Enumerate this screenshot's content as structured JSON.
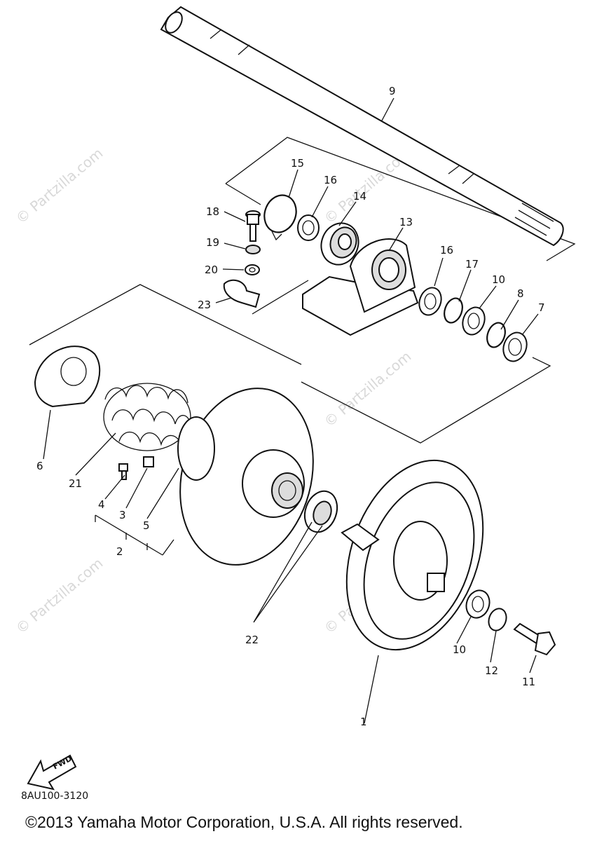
{
  "callouts": [
    {
      "id": "p9",
      "label": "9"
    },
    {
      "id": "p15",
      "label": "15"
    },
    {
      "id": "p16a",
      "label": "16"
    },
    {
      "id": "p14",
      "label": "14"
    },
    {
      "id": "p13",
      "label": "13"
    },
    {
      "id": "p18",
      "label": "18"
    },
    {
      "id": "p19",
      "label": "19"
    },
    {
      "id": "p20",
      "label": "20"
    },
    {
      "id": "p23",
      "label": "23"
    },
    {
      "id": "p16b",
      "label": "16"
    },
    {
      "id": "p17",
      "label": "17"
    },
    {
      "id": "p10a",
      "label": "10"
    },
    {
      "id": "p8",
      "label": "8"
    },
    {
      "id": "p7",
      "label": "7"
    },
    {
      "id": "p6",
      "label": "6"
    },
    {
      "id": "p21",
      "label": "21"
    },
    {
      "id": "p4",
      "label": "4"
    },
    {
      "id": "p3",
      "label": "3"
    },
    {
      "id": "p5",
      "label": "5"
    },
    {
      "id": "p2",
      "label": "2"
    },
    {
      "id": "p22",
      "label": "22"
    },
    {
      "id": "p10b",
      "label": "10"
    },
    {
      "id": "p12",
      "label": "12"
    },
    {
      "id": "p11",
      "label": "11"
    },
    {
      "id": "p1",
      "label": "1"
    }
  ],
  "fwd_label": "FWD",
  "diagram_code": "8AU100-3120",
  "copyright": "©2013 Yamaha Motor Corporation, U.S.A. All rights reserved.",
  "watermark": "© Partzilla.com"
}
